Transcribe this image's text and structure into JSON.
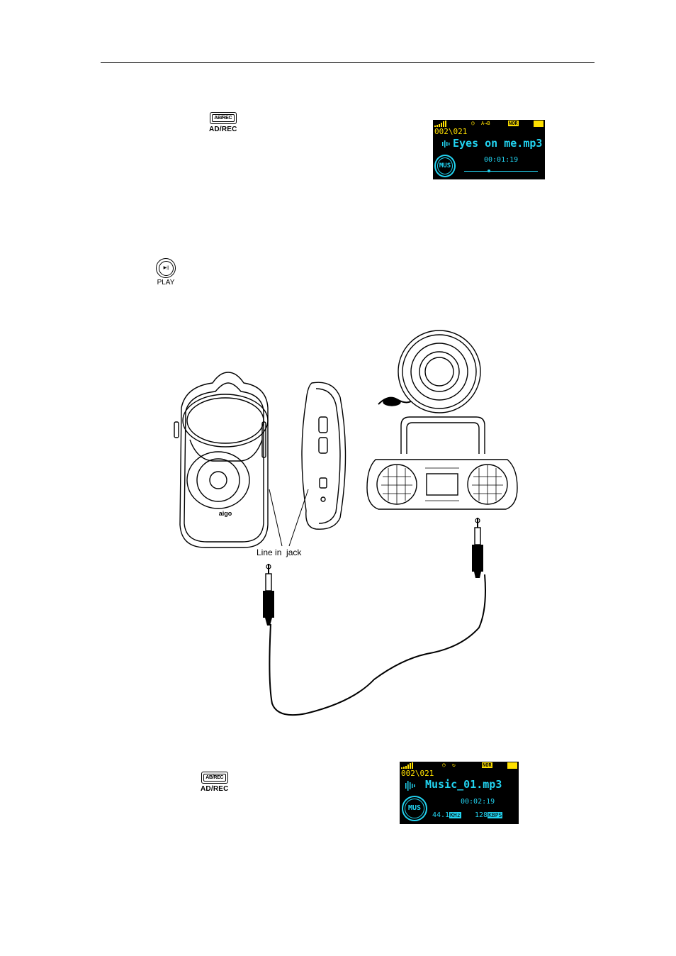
{
  "keys": {
    "adrec_top": {
      "cap": "AB/REC",
      "label": "AD/REC"
    },
    "play": {
      "cap": "▶||",
      "label": "PLAY"
    },
    "adrec_bottom": {
      "cap": "AB/REC",
      "label": "AD/REC"
    }
  },
  "screen1": {
    "counter": "002\\021",
    "status_mode": "NOR",
    "status_ab": "A→B",
    "title": "Eyes on me.mp3",
    "time": "00:01:19",
    "logo": "MUS",
    "progress": 0.34
  },
  "screen2": {
    "counter": "002\\021",
    "status_mode": "NOR",
    "title": "Music_01.mp3",
    "time": "00:02:19",
    "logo": "MUS",
    "rate_value": "44.1",
    "rate_unit": "KHz",
    "bitrate_value": "128",
    "bitrate_unit": "KBPS"
  },
  "diagram": {
    "jack_label": "Line in  jack",
    "brand": "aigo"
  }
}
